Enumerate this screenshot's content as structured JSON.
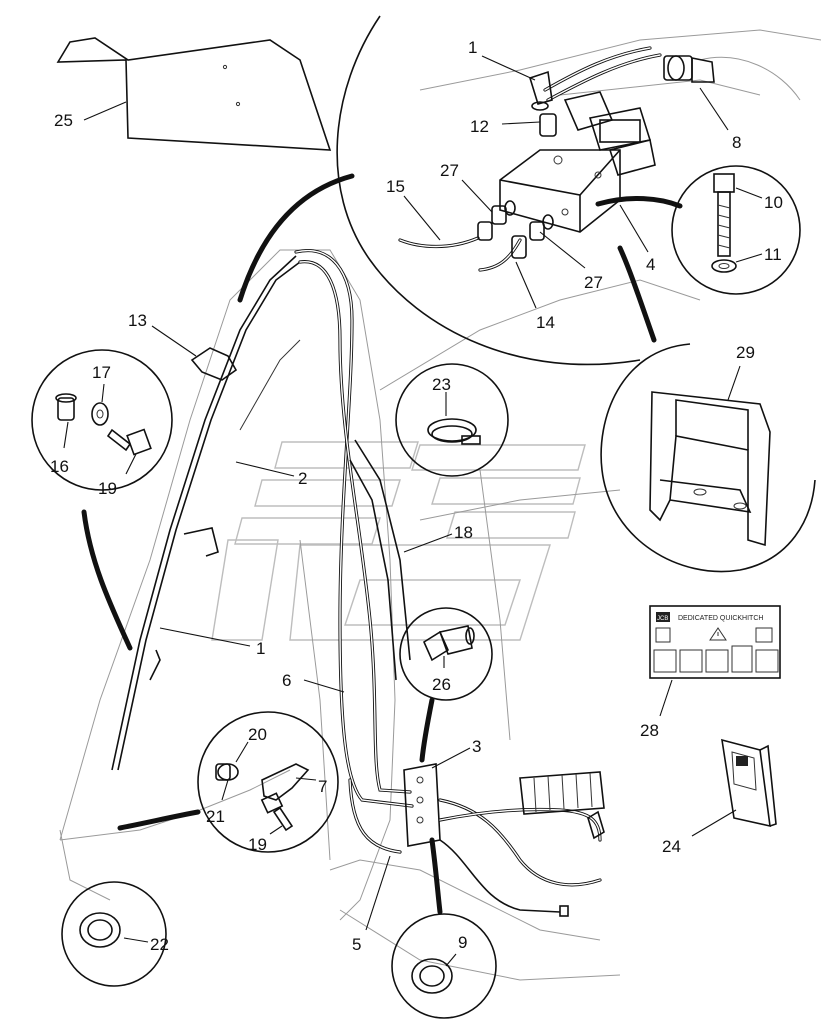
{
  "diagram": {
    "part_numbers": {
      "p1_top": "1",
      "p1_mid": "1",
      "p2": "2",
      "p3": "3",
      "p4": "4",
      "p5": "5",
      "p6": "6",
      "p7": "7",
      "p8": "8",
      "p9": "9",
      "p10": "10",
      "p11": "11",
      "p12": "12",
      "p13": "13",
      "p14": "14",
      "p15": "15",
      "p16": "16",
      "p17": "17",
      "p18": "18",
      "p19_left": "19",
      "p19_bottom": "19",
      "p20": "20",
      "p21": "21",
      "p22": "22",
      "p23": "23",
      "p24": "24",
      "p25": "25",
      "p26": "26",
      "p27_upper": "27",
      "p27_lower": "27",
      "p28": "28",
      "p29": "29"
    },
    "decal_text": "DEDICATED QUICKHITCH",
    "decal_logo": "JCB"
  },
  "icons": {
    "warning": "warning-triangle-icon"
  },
  "colors": {
    "line": "#111111",
    "watermark": "#bdbdbd",
    "background": "#ffffff"
  }
}
